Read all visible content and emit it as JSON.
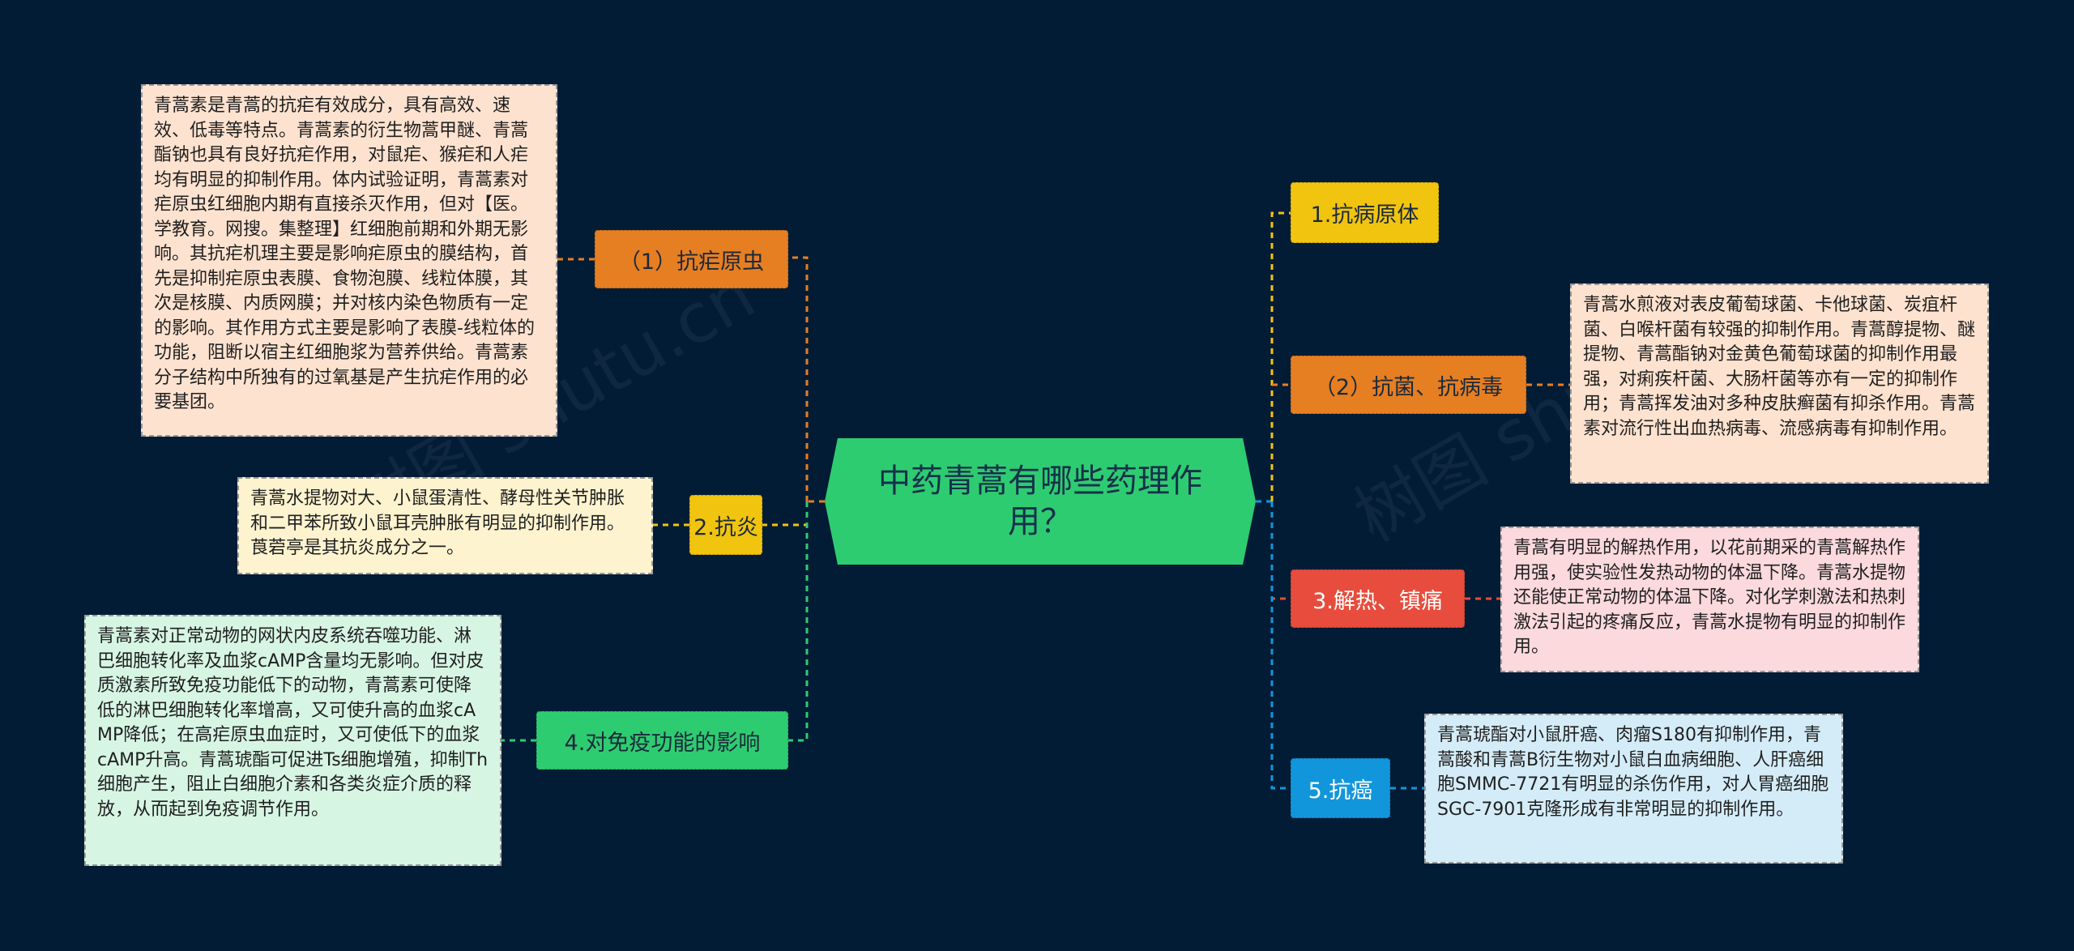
{
  "root": {
    "title": "中药青蒿有哪些药理作用？"
  },
  "colors": {
    "background": "#031c36",
    "root": "#2ecc71",
    "orange": "#e67e22",
    "yellow": "#f1c40f",
    "green": "#2ecc71",
    "red": "#e74c3c",
    "blue": "#1296db"
  },
  "left_branches": [
    {
      "label": "（1）抗疟原虫",
      "note": "青蒿素是青蒿的抗疟有效成分，具有高效、速效、低毒等特点。青蒿素的衍生物蒿甲醚、青蒿酯钠也具有良好抗疟作用，对鼠疟、猴疟和人疟均有明显的抑制作用。体内试验证明，青蒿素对疟原虫红细胞内期有直接杀灭作用，但对【医。学教育。网搜。集整理】红细胞前期和外期无影响。其抗疟机理主要是影响疟原虫的膜结构，首先是抑制疟原虫表膜、食物泡膜、线粒体膜，其次是核膜、内质网膜；并对核内染色物质有一定的影响。其作用方式主要是影响了表膜-线粒体的功能，阻断以宿主红细胞浆为营养供给。青蒿素分子结构中所独有的过氧基是产生抗疟作用的必要基团。"
    },
    {
      "label": "2.抗炎",
      "note": "青蒿水提物对大、小鼠蛋清性、酵母性关节肿胀和二甲苯所致小鼠耳壳肿胀有明显的抑制作用。莨菪亭是其抗炎成分之一。"
    },
    {
      "label": "4.对免疫功能的影响",
      "note": "青蒿素对正常动物的网状内皮系统吞噬功能、淋巴细胞转化率及血浆cAMP含量均无影响。但对皮质激素所致免疫功能低下的动物，青蒿素可使降低的淋巴细胞转化率增高，又可使升高的血浆cAMP降低；在高疟原虫血症时，又可使低下的血浆cAMP升高。青蒿琥酯可促进Ts细胞增殖，抑制Th细胞产生，阻止白细胞介素和各类炎症介质的释放，从而起到免疫调节作用。"
    }
  ],
  "right_branches": [
    {
      "label": "1.抗病原体"
    },
    {
      "label": "（2）抗菌、抗病毒",
      "note": "青蒿水煎液对表皮葡萄球菌、卡他球菌、炭疽杆菌、白喉杆菌有较强的抑制作用。青蒿醇提物、醚提物、青蒿酯钠对金黄色葡萄球菌的抑制作用最强，对痢疾杆菌、大肠杆菌等亦有一定的抑制作用；青蒿挥发油对多种皮肤癣菌有抑杀作用。青蒿素对流行性出血热病毒、流感病毒有抑制作用。"
    },
    {
      "label": "3.解热、镇痛",
      "note": "青蒿有明显的解热作用，以花前期采的青蒿解热作用强，使实验性发热动物的体温下降。青蒿水提物还能使正常动物的体温下降。对化学刺激法和热刺激法引起的疼痛反应，青蒿水提物有明显的抑制作用。"
    },
    {
      "label": "5.抗癌",
      "note": "青蒿琥酯对小鼠肝癌、肉瘤S180有抑制作用，青蒿酸和青蒿B衍生物对小鼠白血病细胞、人肝癌细胞SMMC-7721有明显的杀伤作用，对人胃癌细胞SGC-7901克隆形成有非常明显的抑制作用。"
    }
  ]
}
